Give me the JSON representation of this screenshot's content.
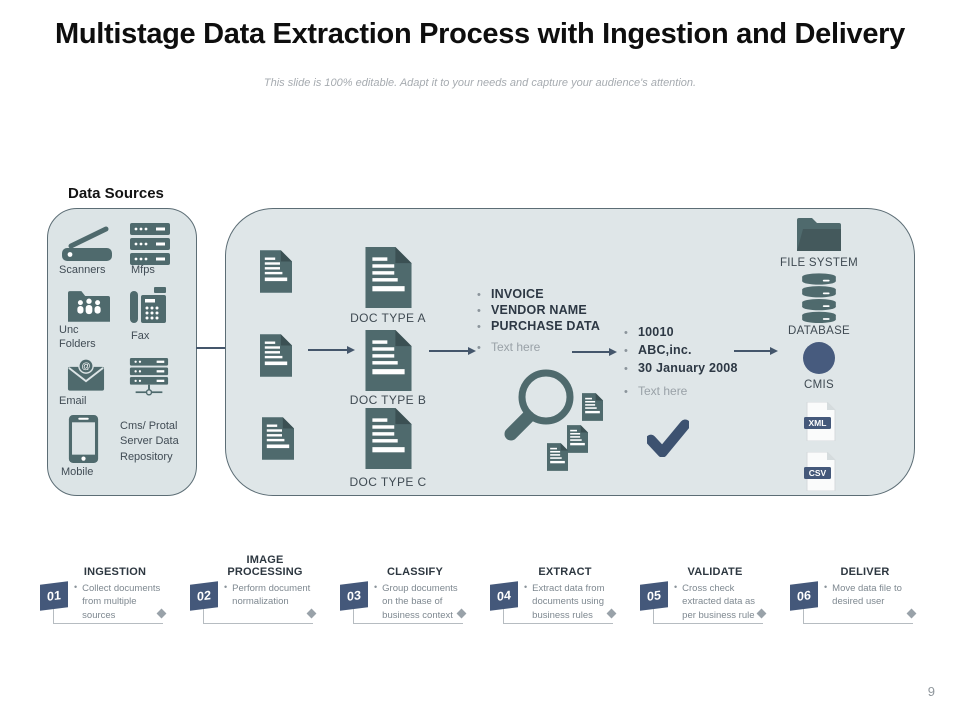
{
  "slide": {
    "title": "Multistage Data Extraction Process with Ingestion and Delivery",
    "subtitle": "This slide is 100% editable. Adapt it to your needs and capture your audience's attention.",
    "page_number": "9"
  },
  "data_sources": {
    "heading": "Data Sources",
    "items": [
      {
        "icon": "scanner-icon",
        "label": "Scanners"
      },
      {
        "icon": "mfp-icon",
        "label": "Mfps"
      },
      {
        "icon": "folder-users-icon",
        "label": "Unc Folders"
      },
      {
        "icon": "fax-icon",
        "label": "Fax"
      },
      {
        "icon": "email-icon",
        "label": "Email"
      },
      {
        "icon": "server-icon",
        "label": "Cms/ Protal Server Data Repository"
      },
      {
        "icon": "mobile-icon",
        "label": "Mobile"
      }
    ]
  },
  "pipeline": {
    "doc_types": [
      "DOC TYPE A",
      "DOC TYPE B",
      "DOC TYPE C"
    ],
    "classified_fields": {
      "items": [
        "INVOICE",
        "VENDOR NAME",
        "PURCHASE DATA"
      ],
      "placeholder": "Text here"
    },
    "extracted_values": {
      "items": [
        "10010",
        "ABC,inc.",
        "30 January 2008"
      ],
      "placeholder": "Text here"
    },
    "outputs": {
      "file_system": "FILE SYSTEM",
      "database": "DATABASE",
      "cmis": "CMIS",
      "xml": "XML",
      "csv": "CSV"
    }
  },
  "steps": [
    {
      "number": "01",
      "title": "INGESTION",
      "description": "Collect documents from multiple sources"
    },
    {
      "number": "02",
      "title": "IMAGE PROCESSING",
      "description": "Perform document normalization"
    },
    {
      "number": "03",
      "title": "CLASSIFY",
      "description": "Group documents on the base of business context"
    },
    {
      "number": "04",
      "title": "EXTRACT",
      "description": "Extract data from documents using business rules"
    },
    {
      "number": "05",
      "title": "VALIDATE",
      "description": "Cross check extracted data as per business rule"
    },
    {
      "number": "06",
      "title": "DELIVER",
      "description": "Move data file to desired user"
    }
  ],
  "colors": {
    "teal": "#4f6a6d",
    "teal_dark": "#3b5053",
    "navy": "#44587a",
    "panel": "#dfe6e8",
    "panel_border": "#5c6d75",
    "arrow": "#44566b"
  }
}
